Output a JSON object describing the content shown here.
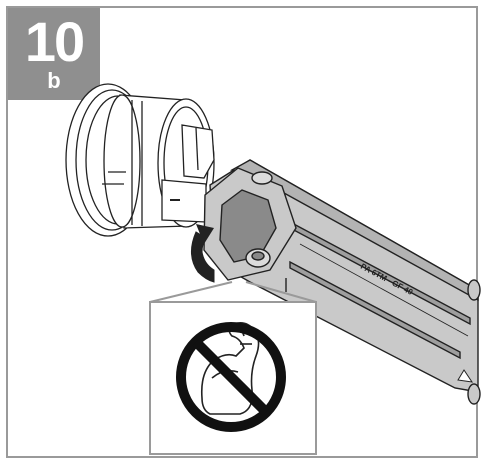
{
  "step": {
    "number": "10",
    "sub": "b"
  },
  "tool": {
    "imprint": "PA 6TM - GF 40"
  },
  "icons": {
    "fitting": "pipe-fitting-icon",
    "wrench": "wrench-tool-icon",
    "arrow": "rotate-arrow-icon",
    "prohibition": "no-force-icon"
  },
  "colors": {
    "badge": "#8f8f8f",
    "tool": "#c9c9c9",
    "line": "#222222",
    "inset_border": "#9a9a9a"
  }
}
